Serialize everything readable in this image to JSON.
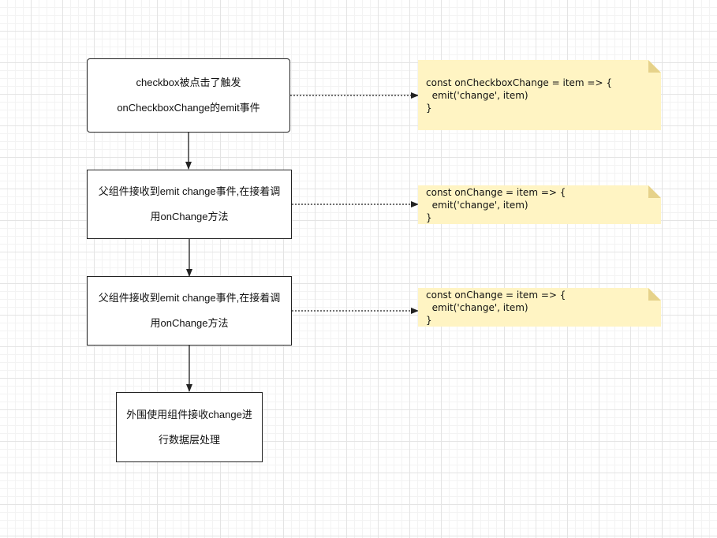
{
  "flow": {
    "steps": [
      {
        "lines": [
          "checkbox被点击了触发",
          "onCheckboxChange的emit事件"
        ]
      },
      {
        "lines": [
          "父组件接收到emit change事件,在接着调",
          "用onChange方法"
        ]
      },
      {
        "lines": [
          "父组件接收到emit change事件,在接着调",
          "用onChange方法"
        ]
      },
      {
        "lines": [
          "外围使用组件接收change进",
          "行数据层处理"
        ]
      }
    ]
  },
  "notes": [
    {
      "lines": [
        "const onCheckboxChange = item => {",
        "  emit('change', item)",
        "}"
      ]
    },
    {
      "lines": [
        "const onChange = item => {",
        "  emit('change', item)",
        "}"
      ]
    },
    {
      "lines": [
        "const onChange = item => {",
        "  emit('change', item)",
        "}"
      ]
    }
  ],
  "colors": {
    "note_fill": "#fff4c3",
    "note_fold": "#e6d28a",
    "stroke": "#222222"
  }
}
